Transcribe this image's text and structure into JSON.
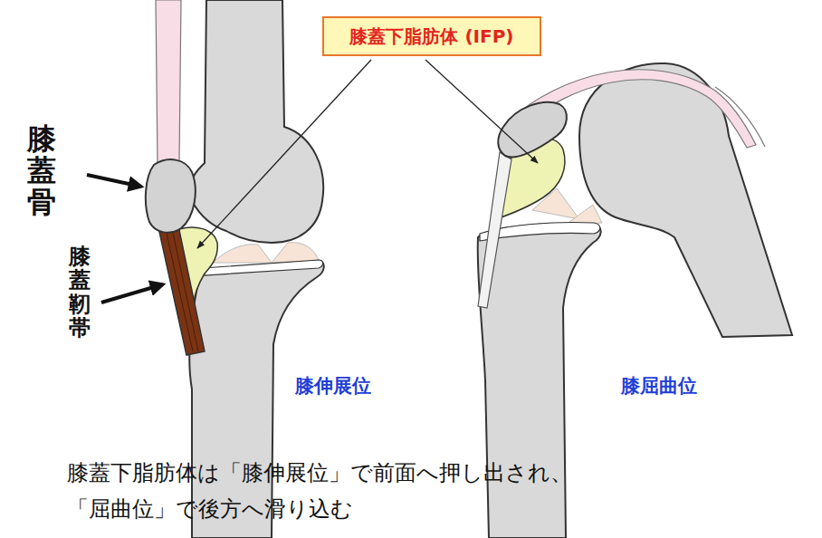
{
  "diagram": {
    "caption": "膝蓋下脂肪体は「膝伸展位」で前面へ押し出され、 「屈曲位」で後方へ滑り込む",
    "nodes": [
      {
        "text": [
          "膝蓋下脂肪体 (IFP)"
        ]
      }
    ],
    "labels": [
      "膝蓋骨",
      "膝蓋靭帯",
      "膝伸展位",
      "膝屈曲位"
    ]
  }
}
